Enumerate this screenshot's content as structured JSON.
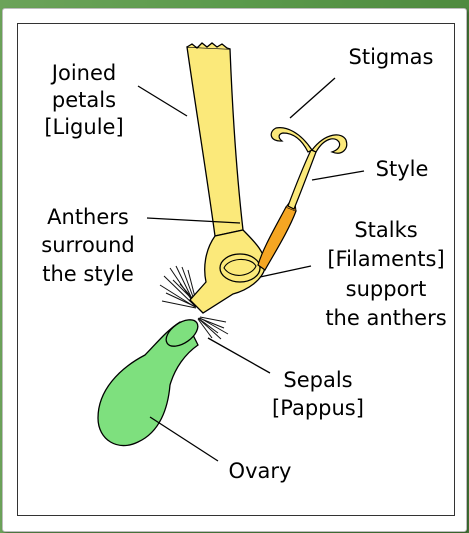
{
  "labels": {
    "petals": [
      "Joined",
      "petals",
      "[Ligule]"
    ],
    "stigmas": "Stigmas",
    "style": "Style",
    "anthers": [
      "Anthers",
      "surround",
      "the style"
    ],
    "stalks": [
      "Stalks",
      "[Filaments]",
      "support",
      "the anthers"
    ],
    "sepals": [
      "Sepals",
      "[Pappus]"
    ],
    "ovary": "Ovary"
  },
  "colors": {
    "petal": "#fbe97a",
    "anther": "#f5a623",
    "ovary": "#7ee07e",
    "frame": "#5b9a4c"
  }
}
